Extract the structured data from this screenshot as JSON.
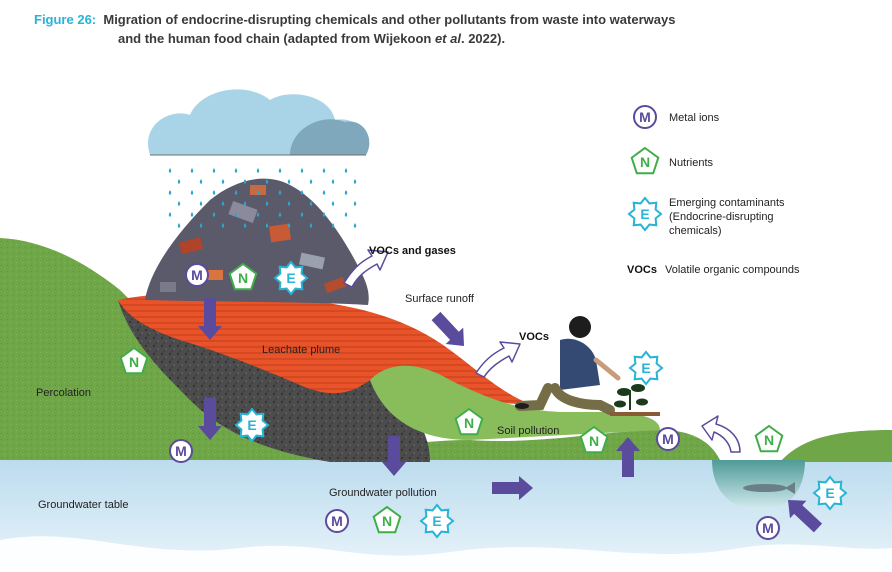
{
  "figure": {
    "number_label": "Figure 26:",
    "title_line1": "Migration of endocrine-disrupting chemicals and other pollutants from waste into waterways",
    "title_line2_pre": "and the human food chain (adapted from Wijekoon ",
    "title_line2_italic": "et al",
    "title_line2_post": ". 2022)."
  },
  "legend": {
    "metal": {
      "symbol": "M",
      "text": "Metal ions"
    },
    "nutrient": {
      "symbol": "N",
      "text": "Nutrients"
    },
    "emerging": {
      "symbol": "E",
      "line1": "Emerging contaminants",
      "line2": "(Endocrine-disrupting",
      "line3": "chemicals)"
    },
    "vocs": {
      "abbr": "VOCs",
      "text": "Volatile organic compounds"
    }
  },
  "labels": {
    "vocs_gases": "VOCs and gases",
    "surface_runoff": "Surface runoff",
    "vocs": "VOCs",
    "leachate_plume": "Leachate plume",
    "percolation": "Percolation",
    "soil_pollution": "Soil pollution",
    "groundwater_table": "Groundwater table",
    "groundwater_pollution": "Groundwater pollution"
  },
  "symbols": {
    "metal": "M",
    "nutrient": "N",
    "emerging": "E"
  },
  "colors": {
    "caption_accent": "#27b4d6",
    "metal": "#5b4b9c",
    "nutrient": "#3fae49",
    "emerging": "#27b4d6",
    "arrow": "#5b4b9c",
    "leachate": "#e8532a",
    "soil": "#6fa648",
    "water": "#cfe6f2",
    "cloud": "#a9d4e8"
  }
}
